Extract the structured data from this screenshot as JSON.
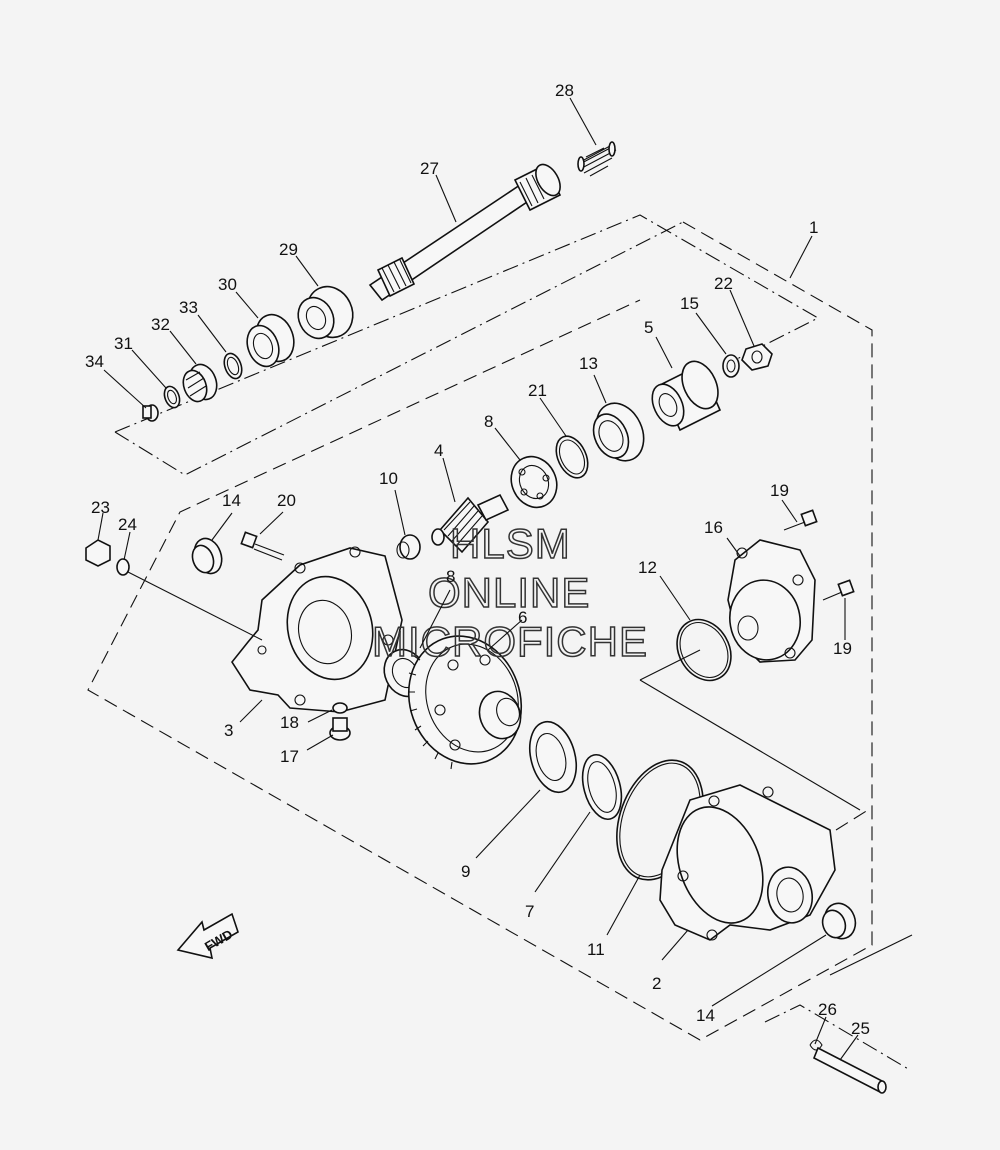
{
  "watermark": {
    "line1": "HLSM",
    "line2": "ONLINE",
    "line3": "MICROFICHE"
  },
  "direction_label": "FWD",
  "callouts": [
    "1",
    "2",
    "3",
    "4",
    "5",
    "6",
    "7",
    "8",
    "8",
    "9",
    "10",
    "11",
    "12",
    "13",
    "14",
    "14",
    "15",
    "16",
    "17",
    "18",
    "19",
    "19",
    "20",
    "21",
    "22",
    "23",
    "24",
    "25",
    "26",
    "27",
    "28",
    "29",
    "30",
    "31",
    "32",
    "33",
    "34"
  ]
}
